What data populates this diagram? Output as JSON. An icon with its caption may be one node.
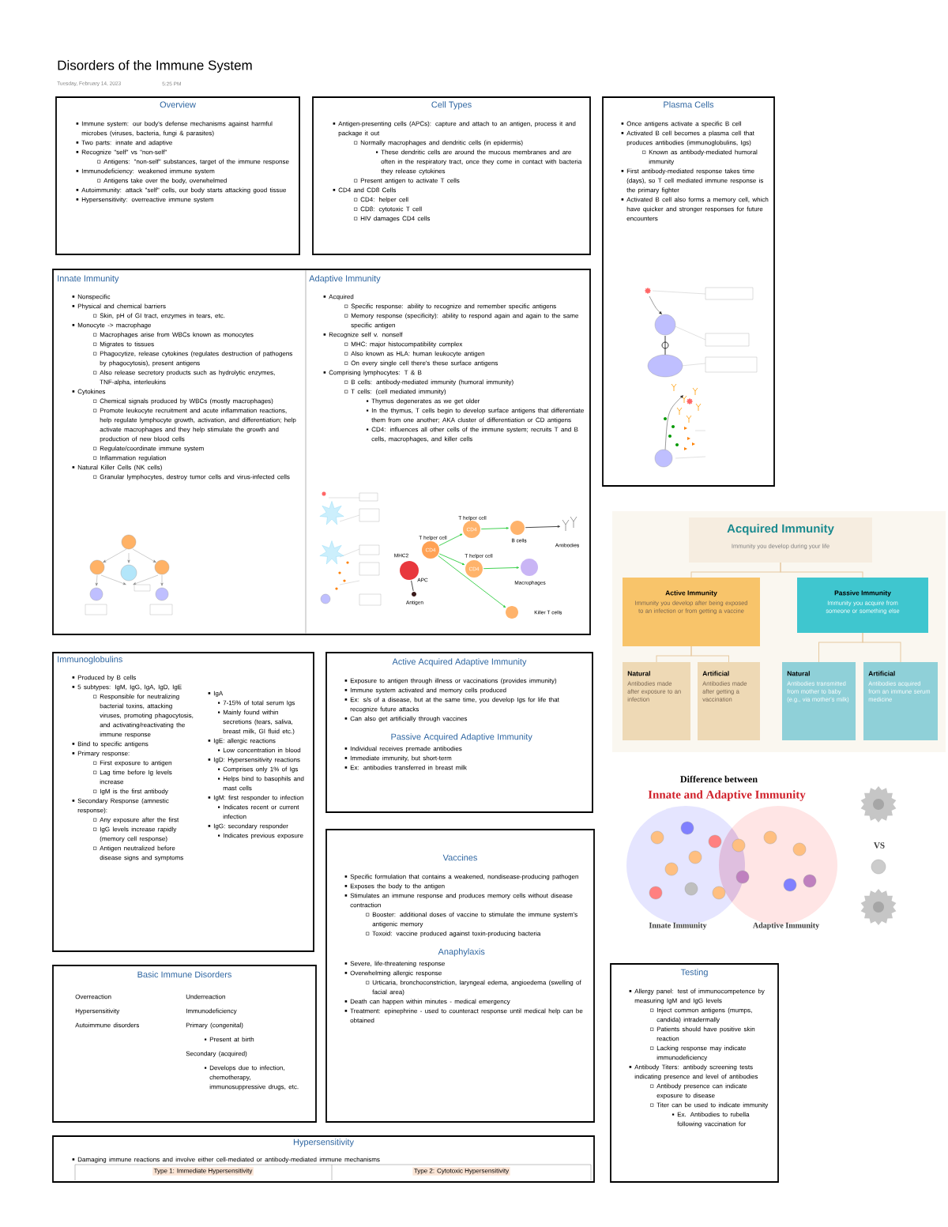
{
  "diagram": {
    "title": "Disorders of the Immune System",
    "nodes": [
      {
        "text": [
          "Overview",
          "Immune system: our body's defense mechanisms against harmful microbes (viruses, bacteria, fungi & parasites)",
          "Two parts: innate and adaptive",
          "Recognize \"self\" vs \"non-self\"",
          "Antigens: \"non-self\" substances, target of the immune response",
          "Immunodeficiency: weakened immune system",
          "Antigens take over the body, overwhelmed",
          "Autoimmunity: attack \"self\" cells, our body starts attacking good tissue",
          "Hypersensitivity: overreactive immune system"
        ]
      },
      {
        "text": [
          "Cell Types",
          "Antigen-presenting cells (APCs): capture and attach to an antigen, process it and package it out",
          "Normally macrophages and dendritic cells (in epidermis)",
          "These dendritic cells are around the mucous membranes and are often in the respiratory tract, once they come in contact with bacteria they release cytokines",
          "Present antigen to activate T cells",
          "CD4 and CD8 Cells",
          "CD4: helper cell",
          "CD8: cytotoxic T cell",
          "HIV damages CD4 cells"
        ]
      },
      {
        "text": [
          "Plasma Cells",
          "Once antigens activate a specific B cell",
          "Activated B cell becomes a plasma cell that produces antibodies (immunoglobulins, Igs)",
          "Known as antibody-mediated humoral immunity",
          "First antibody-mediated response takes time (days), so T cell mediated immune response is the primary fighter",
          "Activated B cell also forms a memory cell, which have quicker and stronger responses for future encounters"
        ]
      },
      {
        "text": [],
        "shape": "box"
      },
      {
        "text": [
          "Innate Immunity",
          "Nonspecific",
          "Physical and chemical barriers",
          "Skin, pH of GI tract, enzymes in tears, etc.",
          "Monocyte -> macrophage",
          "Macrophages arise from WBCs known as monocytes",
          "Migrates to tissues",
          "Phagocytize, release cytokines (regulates destruction of pathogens by phagocytosis), present antigens",
          "Also release secretory products such as hydrolytic enzymes, TNF-alpha, interleukins",
          "Cytokines",
          "Chemical signals produced by WBCs (mostly macrophages)",
          "Promote leukocyte recruitment and acute inflammation reactions, help regulate lymphocyte growth, activation, and differentiation; help activate macrophages and they help stimulate the growth and production of new blood cells",
          "Regulate/coordinate immune system",
          "Inflammation regulation",
          "Natural Killer Cells (NK cells)",
          "Granular lymphocytes, destroy tumor cells and virus-infected cells"
        ],
        "in": 3
      },
      {
        "text": [
          "Adaptive Immunity",
          "Acquired",
          "Specific response: ability to recognize and remember specific antigens",
          "Memory response (specificity): ability to respond again and again to the same specific antigen",
          "Recognize self v. nonself",
          "MHC: major histocompatibility complex",
          "Also known as HLA: human leukocyte antigen",
          "On every single cell there's these surface antigens",
          "Comprising lymphocytes: T & B",
          "B cells: antibody-mediated immunity (humoral immunity)",
          "T cells: (cell mediated immunity)",
          "Thymus degenerates as we get older",
          "In the thymus, T cells begin to develop surface antigens that differentiate them from one another; AKA cluster of differentiation or CD antigens",
          "CD4: influences all other cells of the immune system; recruits T and B cells, macrophages, and killer cells"
        ],
        "in": 3
      },
      {
        "text": [
          "T helper cell",
          "CD4"
        ],
        "in": 3
      },
      {
        "text": [
          "B cells"
        ],
        "in": 3
      },
      {
        "text": [
          "Antibodies"
        ],
        "in": 3
      },
      {
        "text": [
          "T helper cell",
          "CD4"
        ],
        "in": 3
      },
      {
        "text": [
          "APC"
        ],
        "beside": [
          "MHC2"
        ],
        "in": 3
      },
      {
        "text": [
          "Antigen"
        ],
        "in": 3
      },
      {
        "text": [
          "T helper cell",
          "CD4"
        ],
        "in": 3
      },
      {
        "text": [
          "Macrophages"
        ],
        "in": 3
      },
      {
        "text": [
          "Killer T cells"
        ],
        "in": 3
      },
      {
        "text": [
          "Immunoglobulins",
          "Produced by B cells",
          "5 subtypes: IgM, IgG, IgA, IgD, IgE",
          "Responsible for neutralizing bacterial toxins, attacking viruses, promoting phagocytosis, and activating/reactivating the immune response",
          "Bind to specific antigens",
          "Primary response:",
          "First exposure to antigen",
          "Lag time before Ig levels increase",
          "IgM is the first antibody",
          "Secondary Response (amnestic response):",
          "Any exposure after the first",
          "IgG levels increase rapidly (memory cell response)",
          "Antigen neutralized before disease signs and symptoms",
          "IgA",
          "7-15% of total serum Igs",
          "Mainly found within secretions (tears, saliva, breast milk, GI fluid etc.)",
          "IgE: allergic reactions",
          "Low concentration in blood",
          "IgD: Hypersensitivity reactions",
          "Comprises only 1% of Igs",
          "Helps bind to basophils and mast cells",
          "IgM: first responder to infection",
          "Indicates recent or current infection",
          "IgG: secondary responder",
          "Indicates previous exposure"
        ]
      },
      {
        "text": [
          "Active Acquired Adaptive Immunity",
          "Exposure to antigen through illness or vaccinations (provides immunity)",
          "Immune system activated and memory cells produced",
          "Ex: s/s of a disease, but at the same time, you develop Igs for life that recognize future attacks",
          "Can also get artificially through vaccines",
          "Passive Acquired Adaptive Immunity",
          "Individual receives premade antibodies",
          "Immediate immunity, but short-term",
          "Ex: antibodies transferred in breast milk"
        ]
      },
      {
        "text": [
          "Vaccines",
          "Specific formulation that contains a weakened, nondisease-producing pathogen",
          "Exposes the body to the antigen",
          "Stimulates an immune response and produces memory cells without disease contraction",
          "Booster: additional doses of vaccine to stimulate the immune system's antigenic memory",
          "Toxoid: vaccine produced against toxin-producing bacteria",
          "Anaphylaxis",
          "Severe, life-threatening response",
          "Overwhelming allergic response",
          "Urticaria, bronchoconstriction, laryngeal edema, angioedema (swelling of facial area)",
          "Death can happen within minutes - medical emergency",
          "Treatment: epinephrine - used to counteract response until medical help can be obtained"
        ]
      },
      {
        "text": [
          "Basic Immune Disorders",
          "Overreaction",
          "Underreaction",
          "Hypersensitivity",
          "Immunodeficiency",
          "Autoimmune disorders",
          "Primary (congenital)",
          "Present at birth",
          "Secondary (acquired)",
          "Develops due to infection, chemotherapy, immunosuppressive drugs, etc."
        ]
      },
      {
        "text": [
          "Testing",
          "Allergy panel: test of immunocompetence by measuring IgM and IgG levels",
          "Inject common antigens (mumps, candida) intradermally",
          "Patients should have positive skin reaction",
          "Lacking response may indicate immunodeficiency",
          "Antibody Titers: antibody screening tests indicating presence and level of antibodies",
          "Antibody presence can indicate exposure to disease",
          "Titer can be used to indicate immunity",
          "Ex. Antibodies to rubella following vaccination for"
        ]
      },
      {
        "text": [
          "Hypersensitivity",
          "Damaging immune reactions and involve either cell-mediated or antibody-mediated immune mechanisms",
          "Type 1: Immediate Hypersensitivity",
          "Type 2: Cytotoxic Hypersensitivity"
        ]
      },
      {
        "text": [
          "Acquired Immunity",
          "Immunity you develop during your life"
        ]
      },
      {
        "text": [
          "Active Immunity",
          "Immunity you develop after being exposed to an infection or from getting a vaccine"
        ]
      },
      {
        "text": [
          "Passive Immunity",
          "Immunity you acquire from someone or something else"
        ]
      },
      {
        "text": [
          "Natural",
          "Antibodies made after exposure to an infection"
        ]
      },
      {
        "text": [
          "Artificial",
          "Antibodies made after getting a vaccination"
        ]
      },
      {
        "text": [
          "Natural",
          "Antibodies transmitted from mother to baby (e.g., via mother's milk)"
        ]
      },
      {
        "text": [
          "Artificial",
          "Antibodies acquired from an immune serum medicine"
        ]
      }
    ],
    "edges": [
      {
        "from": 9,
        "to": 6,
        "arrow": "to",
        "color": "#2ecc40"
      },
      {
        "from": 6,
        "to": 7,
        "arrow": "to",
        "color": "#2ecc40"
      },
      {
        "from": 7,
        "to": 8,
        "arrow": "to",
        "color": "#333333"
      },
      {
        "from": 9,
        "to": 12,
        "arrow": "to",
        "color": "#2ecc40"
      },
      {
        "from": 12,
        "to": 13,
        "arrow": "to",
        "color": "#2ecc40"
      },
      {
        "from": 9,
        "to": 14,
        "arrow": "to",
        "color": "#2ecc40"
      },
      {
        "from": 11,
        "to": 10,
        "arrow": "none",
        "color": "#333333"
      },
      {
        "from": 21,
        "to": 22,
        "arrow": "none"
      },
      {
        "from": 21,
        "to": 23,
        "arrow": "none"
      },
      {
        "from": 22,
        "to": 24,
        "arrow": "none"
      },
      {
        "from": 22,
        "to": 25,
        "arrow": "none"
      },
      {
        "from": 23,
        "to": 26,
        "arrow": "none"
      },
      {
        "from": 23,
        "to": 27,
        "arrow": "none"
      }
    ],
    "labels": [
      "Tuesday, February 14, 2023",
      "5:25 PM",
      "Difference between",
      "Innate and Adaptive Immunity",
      "Innate Immunity",
      "Adaptive Immunity",
      "VS"
    ]
  }
}
